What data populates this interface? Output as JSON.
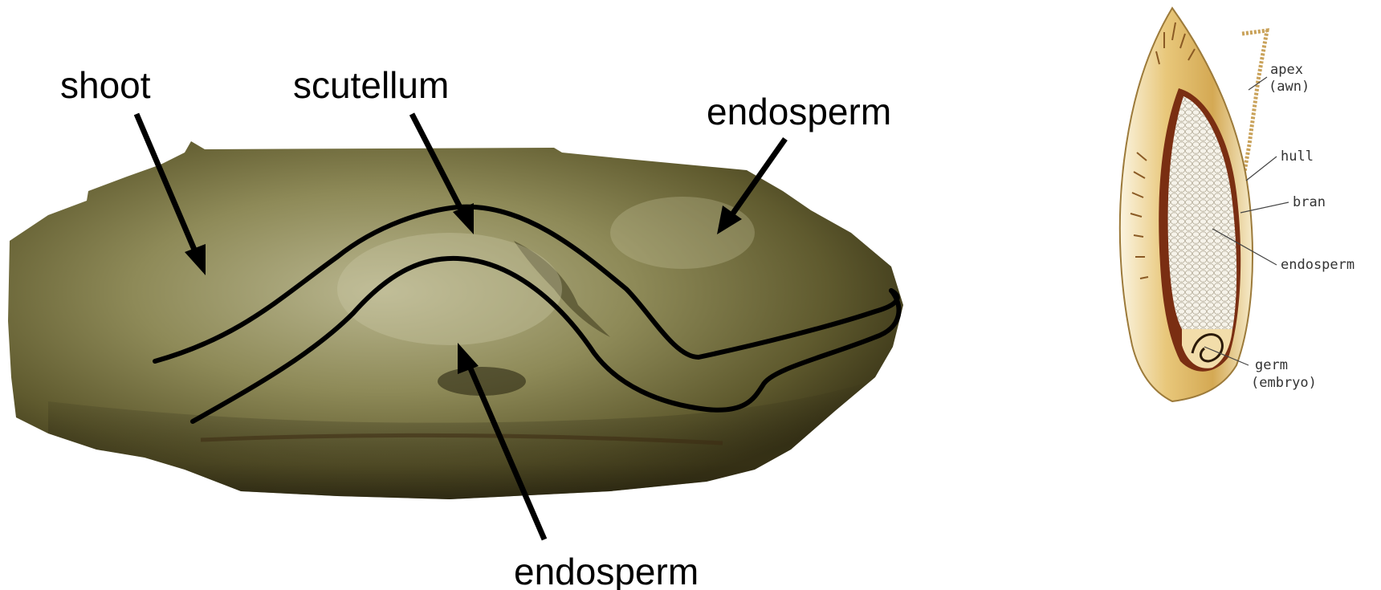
{
  "left_figure": {
    "labels": {
      "shoot": "shoot",
      "scutellum": "scutellum",
      "endosperm_top": "endosperm",
      "endosperm_bottom": "endosperm"
    }
  },
  "right_figure": {
    "labels": {
      "apex_line1": "apex",
      "apex_line2": "(awn)",
      "hull": "hull",
      "bran": "bran",
      "endosperm": "endosperm",
      "germ_line1": "germ",
      "germ_line2": "(embryo)"
    }
  },
  "colors": {
    "photo_dark": "#3f3a1c",
    "photo_mid": "#7a7443",
    "photo_light": "#b7b48c",
    "bran": "#7a2e12",
    "hull": "#e9cf8a",
    "endosperm": "#f4f1e6"
  }
}
